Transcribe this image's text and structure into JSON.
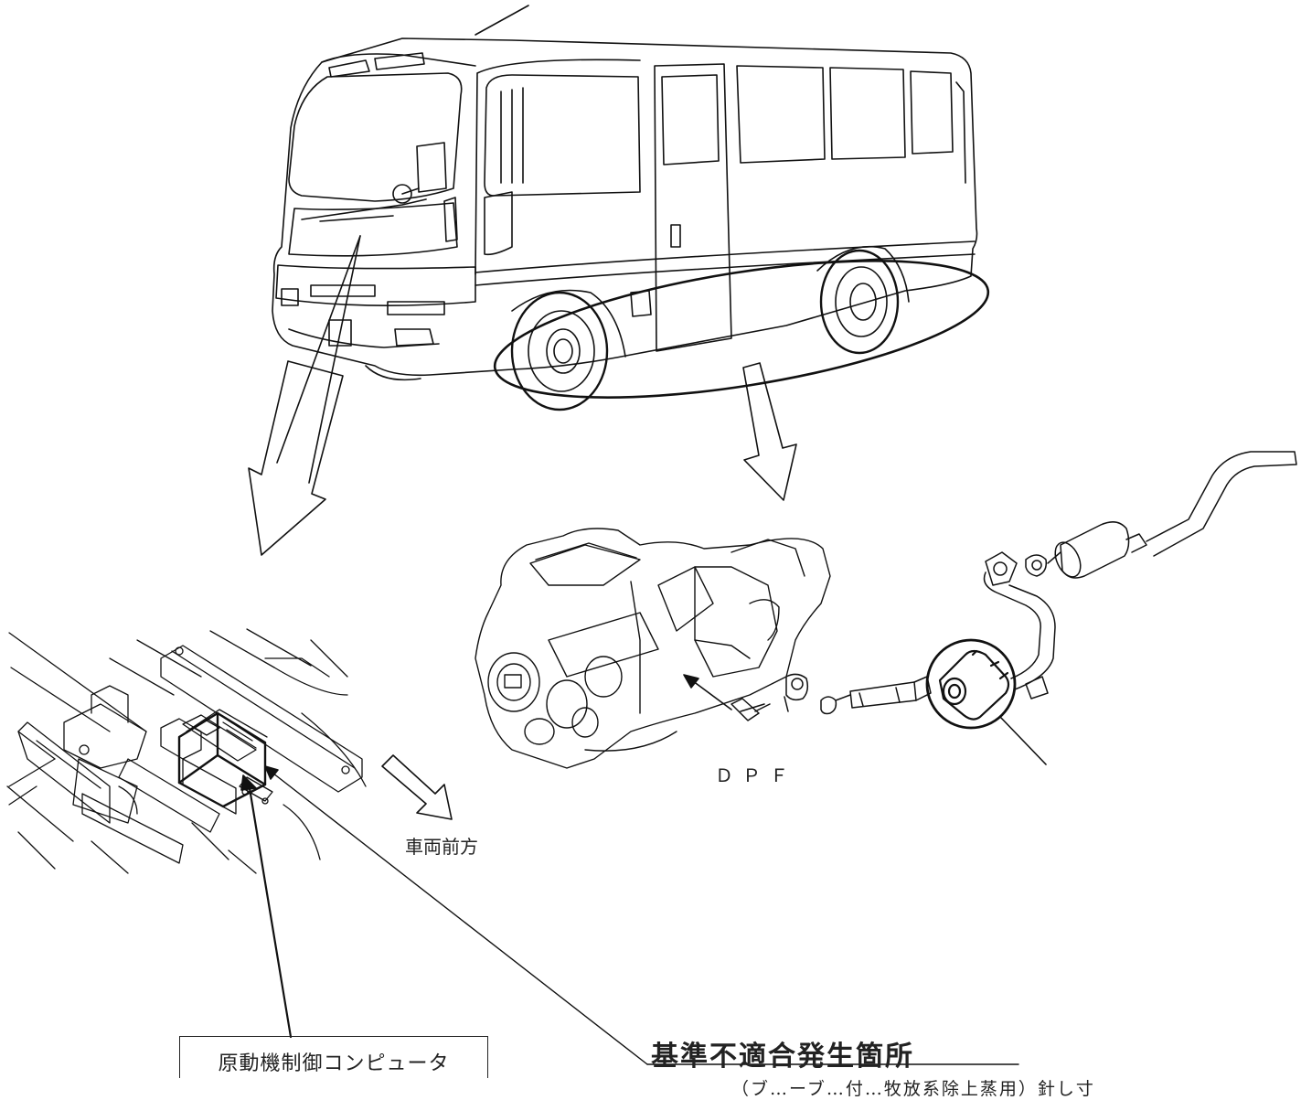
{
  "labels": {
    "dpf": "ＤＰＦ",
    "vehicle_front": "車両前方",
    "ecu": "原動機制御コンピュータ",
    "fault_location": "基準不適合発生箇所",
    "note": "（ブ…ーブ…付…牧放系除上蒸用）針し寸"
  },
  "colors": {
    "line": "#111111",
    "background": "#ffffff"
  }
}
